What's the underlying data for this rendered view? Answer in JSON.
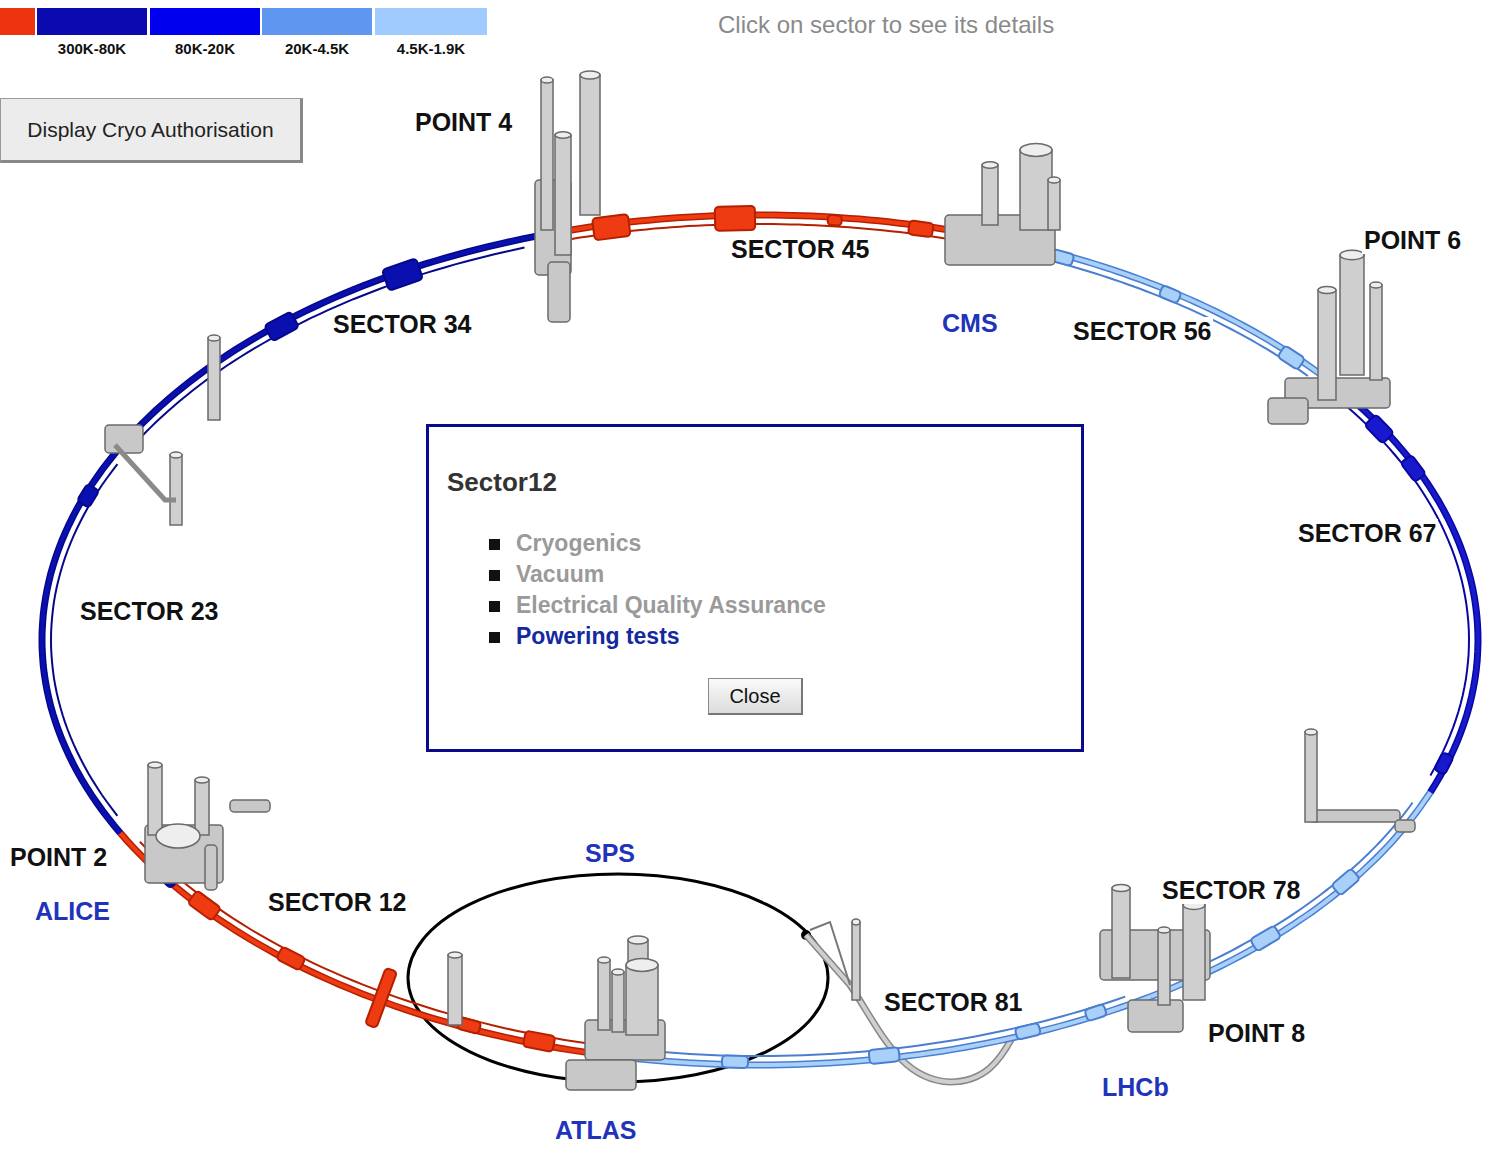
{
  "diagram": {
    "nodes": [
      {
        "text": [
          "Display Cryo Authorisation"
        ]
      },
      {
        "text": [
          "Sector12",
          "Cryogenics",
          "Vacuum",
          "Electrical Quality Assurance",
          "Powering tests"
        ]
      },
      {
        "text": [
          "Close"
        ],
        "in": 1
      }
    ],
    "labels": [
      "Click on sector to see its details",
      "POINT 4",
      "SECTOR 45",
      "SECTOR 34",
      "CMS",
      "SECTOR 56",
      "POINT 6",
      "SECTOR 67",
      "SECTOR 23",
      "POINT 2",
      "ALICE",
      "SECTOR 12",
      "SPS",
      "ATLAS",
      "SECTOR 81",
      "SECTOR 78",
      "POINT 8",
      "LHCb"
    ],
    "legend": [
      {
        "text": "300K-80K",
        "color": "#0a0ab0"
      },
      {
        "text": "80K-20K",
        "color": "#0000ee"
      },
      {
        "text": "20K-4.5K",
        "color": "#5f96f0"
      },
      {
        "text": "4.5K-1.9K",
        "color": "#9fcbff"
      }
    ]
  }
}
